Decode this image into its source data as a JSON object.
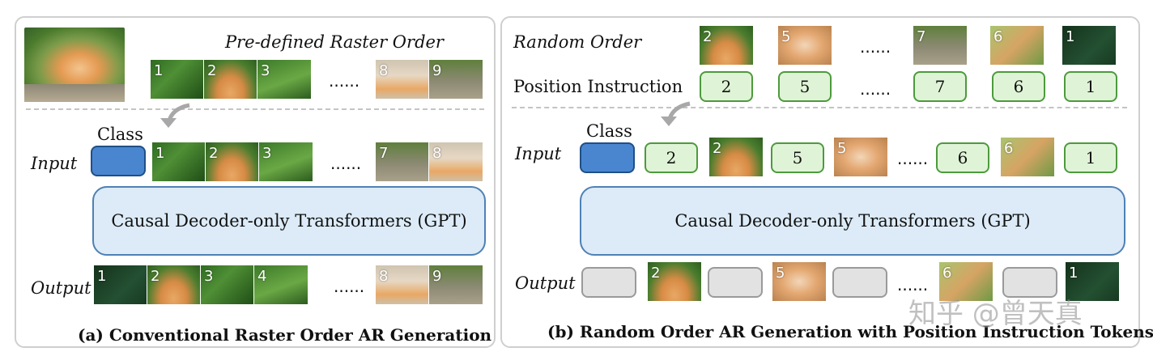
{
  "panel_a": {
    "top_label": "Pre-defined Raster Order",
    "raster_tiles": [
      "1",
      "2",
      "3",
      "8",
      "9"
    ],
    "ellipsis": "......",
    "class_label": "Class",
    "input_label": "Input",
    "input_tiles": [
      "1",
      "2",
      "3",
      "7",
      "8"
    ],
    "gpt_label": "Causal Decoder-only Transformers (GPT)",
    "output_label": "Output",
    "output_tiles": [
      "1",
      "2",
      "3",
      "4",
      "8",
      "9"
    ],
    "caption": "(a) Conventional Raster Order AR Generation"
  },
  "panel_b": {
    "random_order_label": "Random Order",
    "random_tiles": [
      "2",
      "5",
      "7",
      "6",
      "1"
    ],
    "position_instruction_label": "Position Instruction",
    "position_tokens": [
      "2",
      "5",
      "7",
      "6",
      "1"
    ],
    "ellipsis": "......",
    "class_label": "Class",
    "input_label": "Input",
    "input_tokens": [
      "2",
      "5",
      "6",
      "1"
    ],
    "input_tiles": [
      "2",
      "5",
      "6"
    ],
    "gpt_label": "Causal Decoder-only Transformers (GPT)",
    "output_label": "Output",
    "output_tiles": [
      "2",
      "5",
      "6",
      "1"
    ],
    "caption": "(b) Random Order AR Generation with Position Instruction Tokens"
  },
  "watermark": "知乎 @曾天真",
  "colors": {
    "class_token": "#4a86d0",
    "position_token": "#dff4d6",
    "output_placeholder": "#e2e2e2",
    "gpt_block": "#dcebf7"
  }
}
